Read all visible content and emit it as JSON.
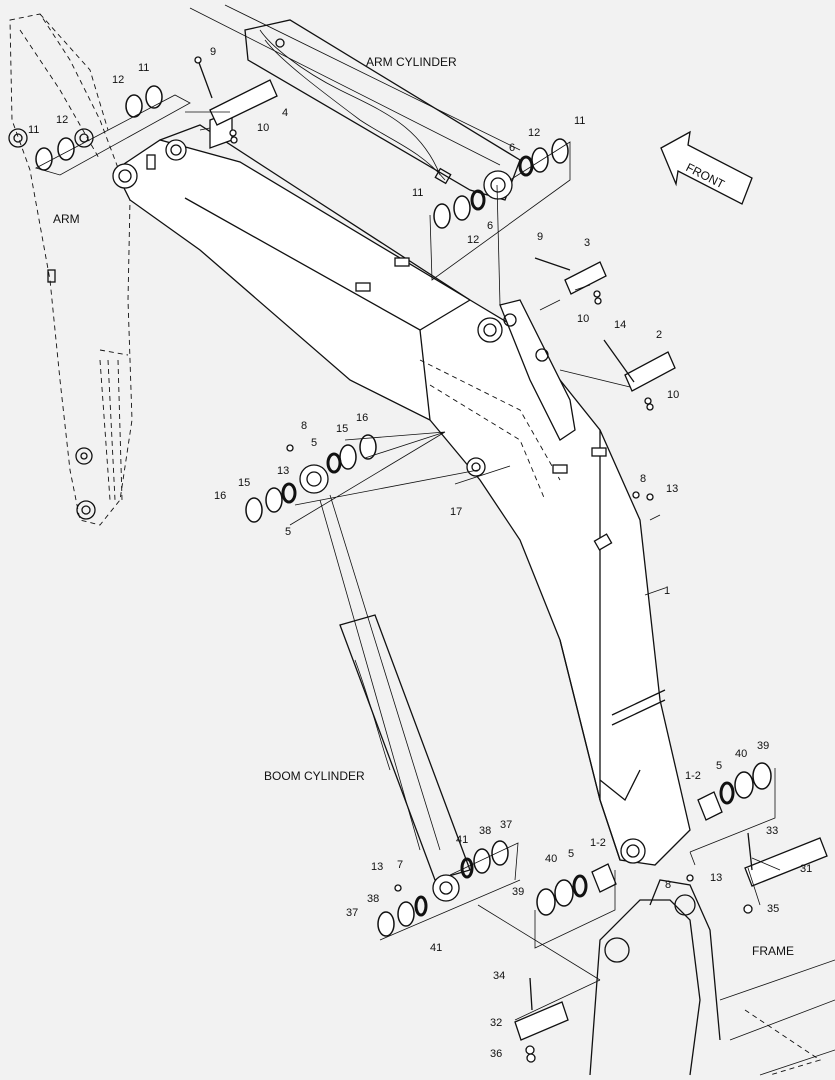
{
  "labels": {
    "arm_cylinder": "ARM CYLINDER",
    "arm": "ARM",
    "front": "FRONT",
    "boom_cylinder": "BOOM CYLINDER",
    "frame": "FRAME"
  },
  "callouts": {
    "c1": "1",
    "c2": "2",
    "c3": "3",
    "c4": "4",
    "c5a": "5",
    "c5b": "5",
    "c5c": "5",
    "c5d": "5",
    "c6a": "6",
    "c6b": "6",
    "c7": "7",
    "c8a": "8",
    "c8b": "8",
    "c8c": "8",
    "c9a": "9",
    "c9b": "9",
    "c10a": "10",
    "c10b": "10",
    "c10c": "10",
    "c11a": "11",
    "c11b": "11",
    "c11c": "11",
    "c11d": "11",
    "c12a": "12",
    "c12b": "12",
    "c12c": "12",
    "c12d": "12",
    "c13a": "13",
    "c13b": "13",
    "c13c": "13",
    "c13d": "13",
    "c14": "14",
    "c15a": "15",
    "c15b": "15",
    "c16a": "16",
    "c16b": "16",
    "c17": "17",
    "c1_2a": "1-2",
    "c1_2b": "1-2",
    "c31": "31",
    "c32": "32",
    "c33": "33",
    "c34": "34",
    "c35": "35",
    "c36": "36",
    "c37a": "37",
    "c37b": "37",
    "c38a": "38",
    "c38b": "38",
    "c39a": "39",
    "c39b": "39",
    "c40a": "40",
    "c40b": "40",
    "c41a": "41",
    "c41b": "41"
  }
}
